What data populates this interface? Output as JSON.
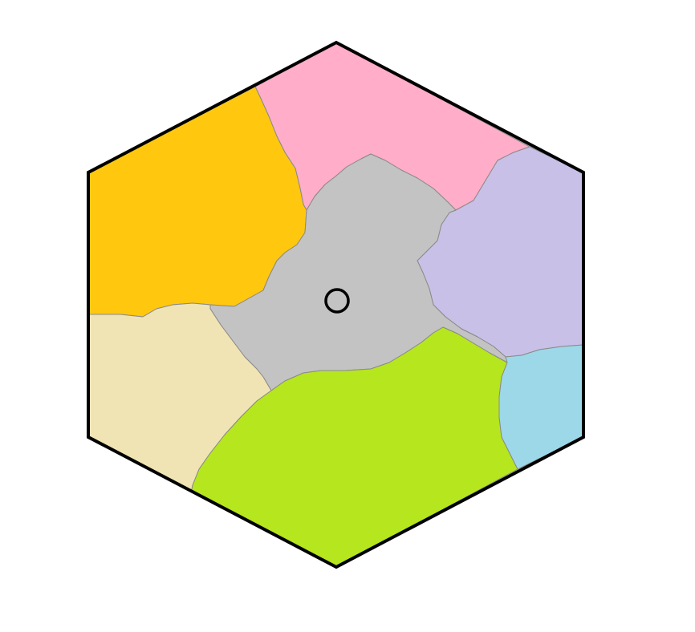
{
  "diagram": {
    "type": "hexagon-region-map",
    "colors": {
      "background": "#ffffff",
      "border": "#000000",
      "marker": "#000000"
    },
    "regions": [
      {
        "id": "top",
        "color": "#ffadc8"
      },
      {
        "id": "upper-left",
        "color": "#ffc80f"
      },
      {
        "id": "upper-right",
        "color": "#c8c0e6"
      },
      {
        "id": "center",
        "color": "#c3c3c3"
      },
      {
        "id": "lower-left",
        "color": "#f0e4b4"
      },
      {
        "id": "bottom",
        "color": "#b5e61e"
      },
      {
        "id": "lower-right",
        "color": "#9cd8e8"
      }
    ],
    "marker": {
      "shape": "circle",
      "location": "center"
    }
  }
}
